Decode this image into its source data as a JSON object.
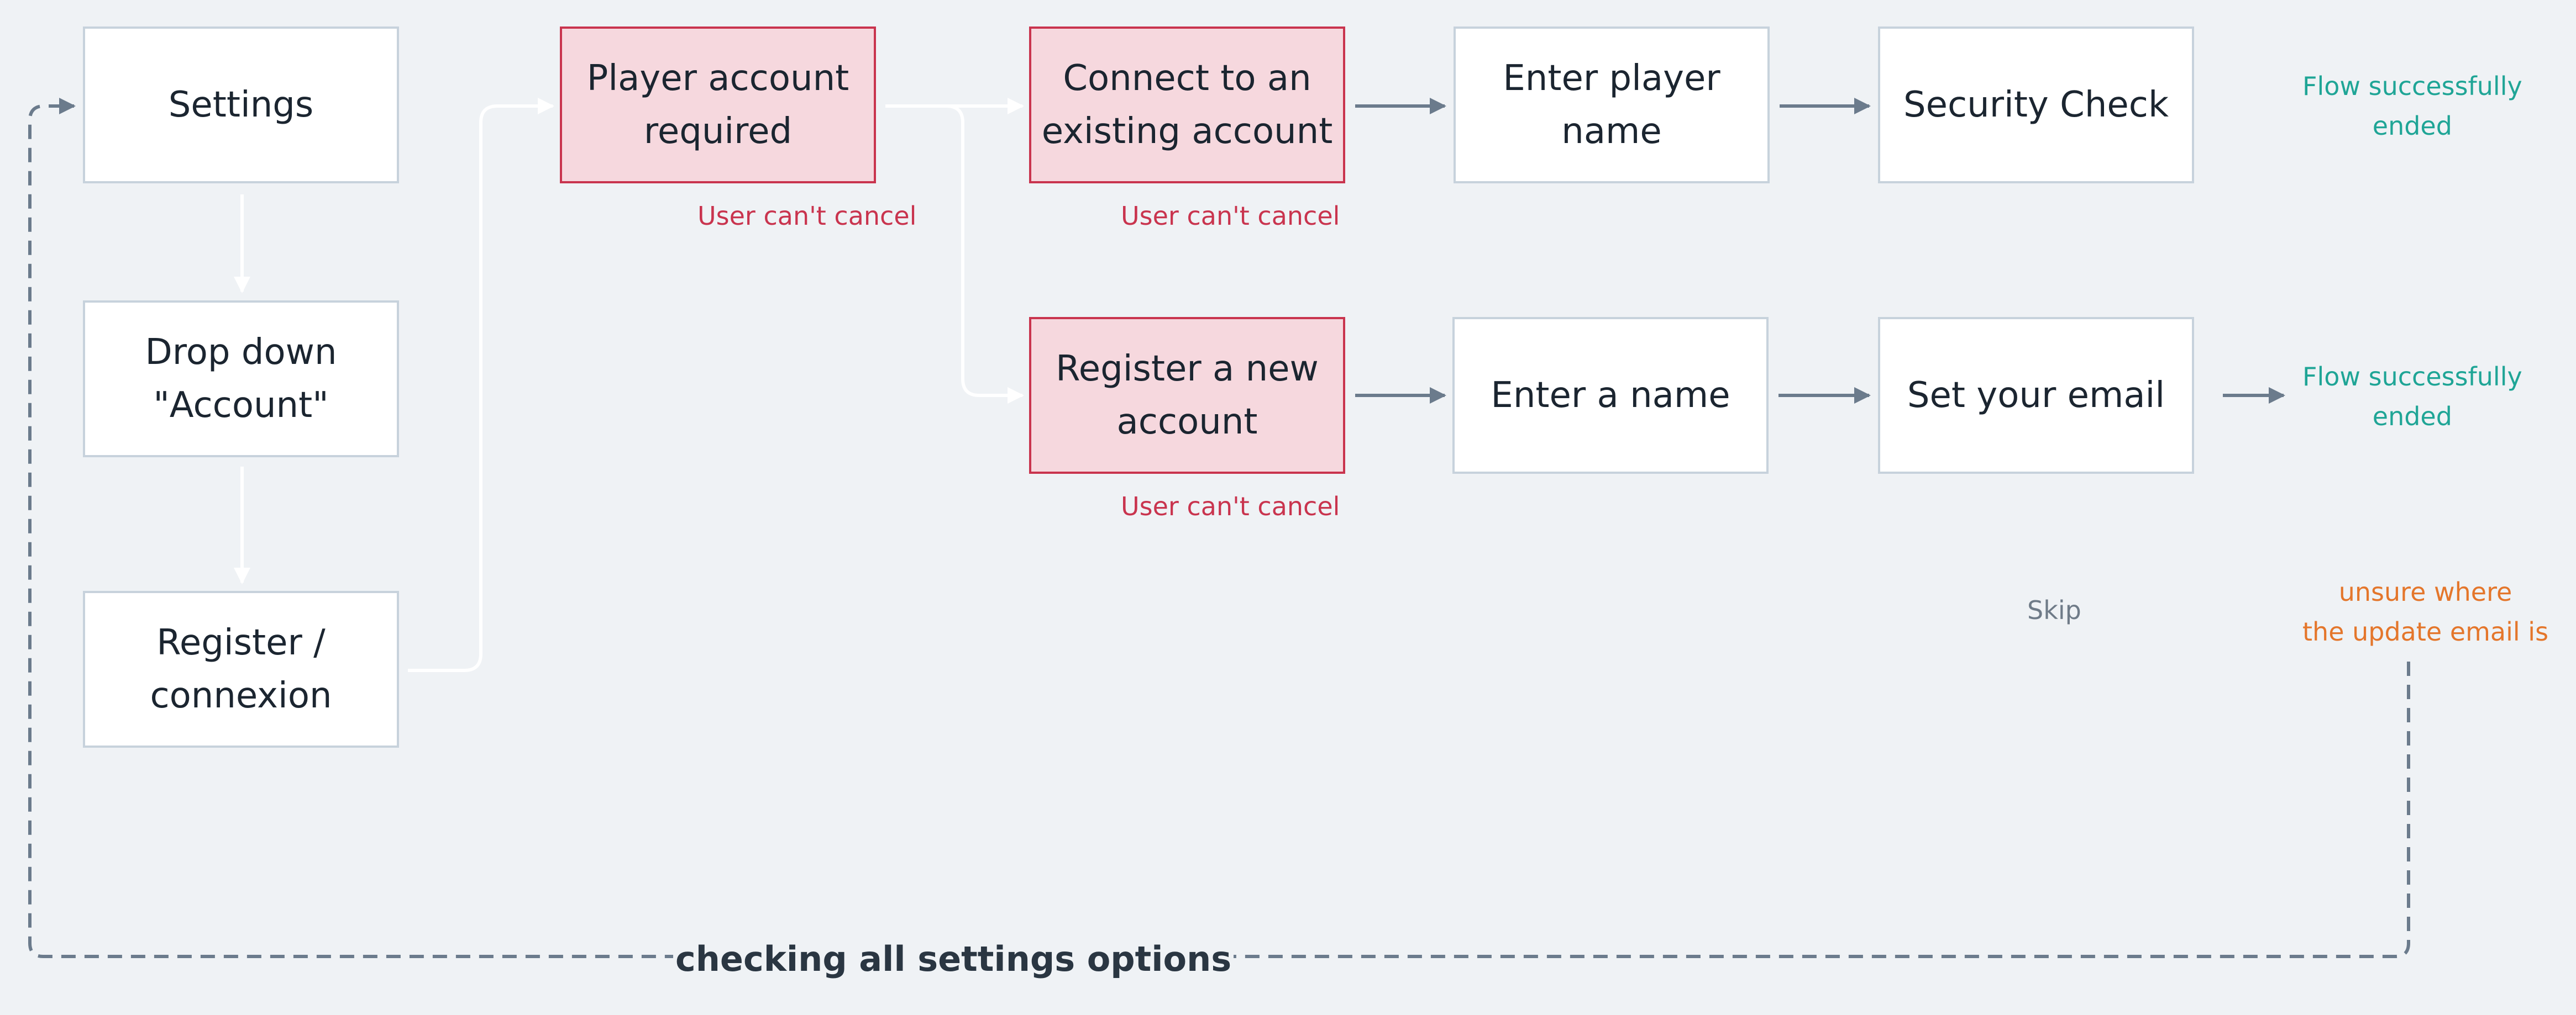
{
  "colors": {
    "background": "#eff2f5",
    "node_border": "#c7d2dc",
    "blocking_fill": "#f6d8de",
    "blocking_border": "#c9344e",
    "warning_text": "#c9344e",
    "success_text": "#1fa596",
    "note_text": "#e4762b",
    "arrow_gray": "#6b7b8c",
    "arrow_white": "#ffffff"
  },
  "nodes": {
    "settings": "Settings",
    "dropdown_account": "Drop down\n\"Account\"",
    "register_connexion": "Register /\nconnexion",
    "player_account_required": "Player account\nrequired",
    "connect_existing": "Connect to an\nexisting account",
    "register_new": "Register a new\naccount",
    "enter_player_name": "Enter player\nname",
    "security_check": "Security Check",
    "enter_name": "Enter a name",
    "set_email": "Set your email"
  },
  "notes": {
    "cant_cancel_1": "User can't cancel",
    "cant_cancel_2": "User can't cancel",
    "cant_cancel_3": "User can't cancel",
    "flow_end_top": "Flow successfully\nended",
    "flow_end_bottom": "Flow successfully\nended",
    "skip": "Skip",
    "unsure_email": "unsure where\nthe update email is"
  },
  "loop_label": "checking all settings options"
}
